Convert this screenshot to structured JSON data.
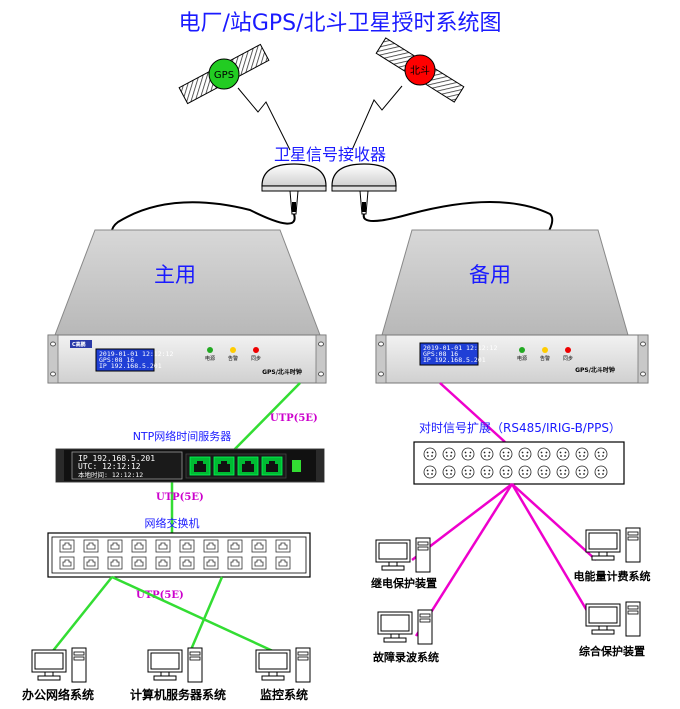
{
  "title": "电厂/站GPS/北斗卫星授时系统图",
  "satellites": {
    "gps_label": "GPS",
    "beidou_label": "北斗",
    "gps_color": "#22cc22",
    "beidou_color": "#ff0000"
  },
  "receiver_label": "卫星信号接收器",
  "main_unit": {
    "label": "主用",
    "brand": "C高鹏",
    "lcd_lines": [
      "2019-01-01 12:12:12",
      "GPS:08  16",
      "IP  192.168.5.201"
    ],
    "led_labels": [
      "电源",
      "告警",
      "同步"
    ],
    "model": "GPS/北斗时钟"
  },
  "backup_unit": {
    "label": "备用",
    "lcd_lines": [
      "2019-01-01 12:12:12",
      "GPS:08  16",
      "IP  192.168.5.201"
    ],
    "led_labels": [
      "电源",
      "告警",
      "同步"
    ],
    "model": "GPS/北斗时钟"
  },
  "ntp_server": {
    "label": "NTP网络时间服务器",
    "lcd_lines": [
      "IP  192.168.5.201",
      "UTC: 12:12:12",
      "本地时间: 12:12:12"
    ]
  },
  "switch_label": "网络交换机",
  "signal_ext_label": "对时信号扩展（RS485/IRIG-B/PPS）",
  "utp_label": "UTP(5E)",
  "left_systems": [
    "办公网络系统",
    "计算机服务器系统",
    "监控系统"
  ],
  "right_systems": [
    "继电保护装置",
    "电能量计费系统",
    "故障录波系统",
    "综合保护装置"
  ],
  "colors": {
    "green_line": "#33dd33",
    "magenta_line": "#ee00cc",
    "blue_text": "#1a1aff"
  }
}
